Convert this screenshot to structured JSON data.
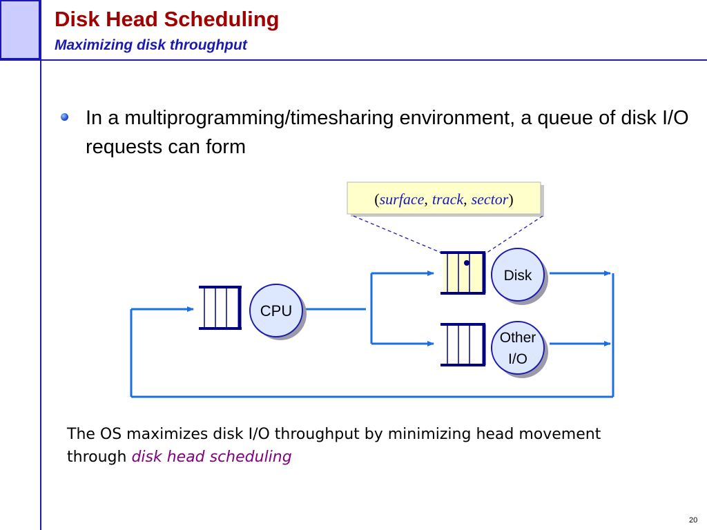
{
  "header": {
    "title": "Disk Head Scheduling",
    "subtitle": "Maximizing disk throughput"
  },
  "bullet": {
    "text": "In a multiprogramming/timesharing environment, a queue of disk I/O requests can form"
  },
  "diagram": {
    "request_tuple": {
      "open": "(",
      "surface": "surface",
      "comma1": ",",
      "track": "track",
      "comma2": ",",
      "sector": "sector",
      "close": ")"
    },
    "nodes": {
      "cpu": "CPU",
      "disk": "Disk",
      "other_io_line1": "Other",
      "other_io_line2": "I/O"
    }
  },
  "note": {
    "text": "The OS maximizes disk I/O throughput by minimizing head movement through ",
    "emphasis": "disk head scheduling"
  },
  "footer": {
    "page_number": "20"
  },
  "colors": {
    "title": "#a00000",
    "accent": "#1a1ab0",
    "flow_line": "#1a6ee0",
    "node_fill": "#dde8ff",
    "queue_highlight": "#ffffcc",
    "emphasis": "#800080"
  }
}
